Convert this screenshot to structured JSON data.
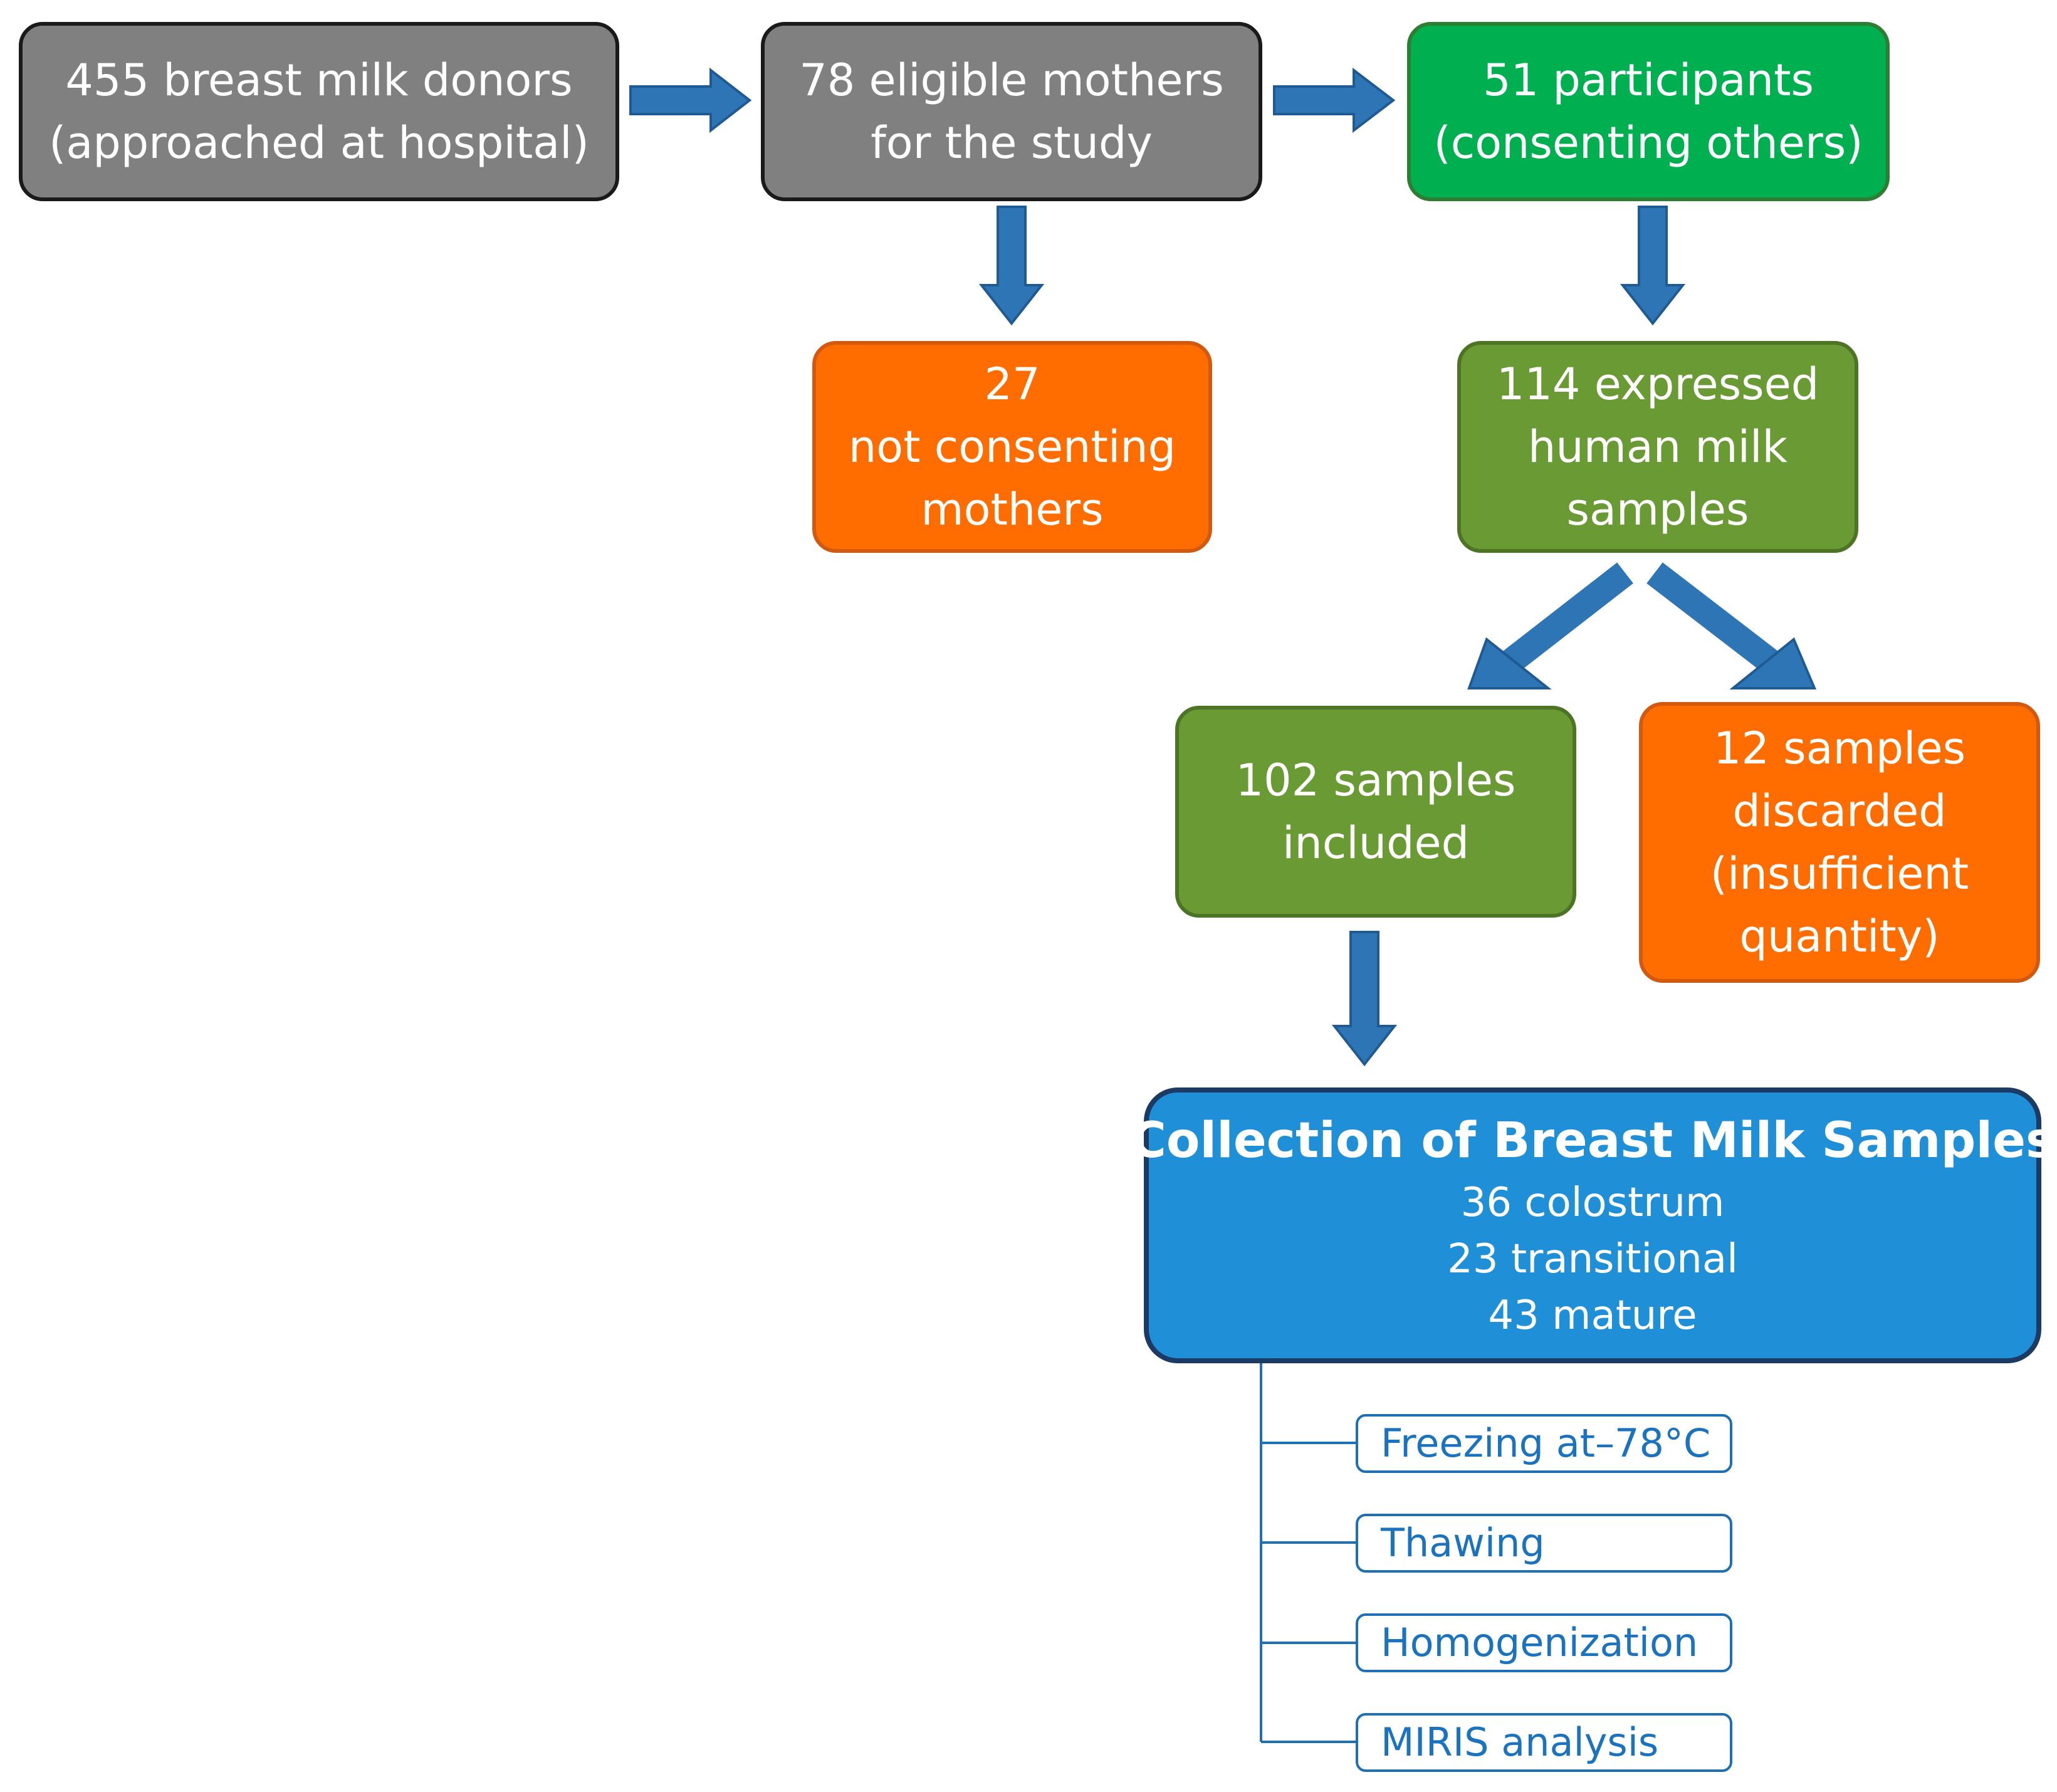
{
  "nodes": {
    "donors": [
      "455 breast milk donors",
      "(approached at hospital)"
    ],
    "eligible": [
      "78 eligible mothers",
      "for the study"
    ],
    "participants": [
      "51 participants",
      "(consenting others)"
    ],
    "not_consenting": [
      "27",
      "not consenting",
      "mothers"
    ],
    "expressed": [
      "114 expressed",
      "human milk",
      "samples"
    ],
    "included": [
      "102 samples",
      "included"
    ],
    "discarded": [
      "12 samples",
      "discarded",
      "(insufficient",
      "quantity)"
    ]
  },
  "collection": {
    "title": "Collection of Breast Milk Samples",
    "lines": [
      "36 colostrum",
      "23 transitional",
      "43 mature"
    ]
  },
  "steps": [
    "Freezing at–78°C",
    "Thawing",
    "Homogenization",
    "MIRIS analysis"
  ],
  "colors": {
    "gray": "#808080",
    "green": "#00b050",
    "olive": "#6a9a34",
    "orange": "#ff6d00",
    "blue": "#1f8fd8",
    "arrow": "#2e75b6"
  }
}
